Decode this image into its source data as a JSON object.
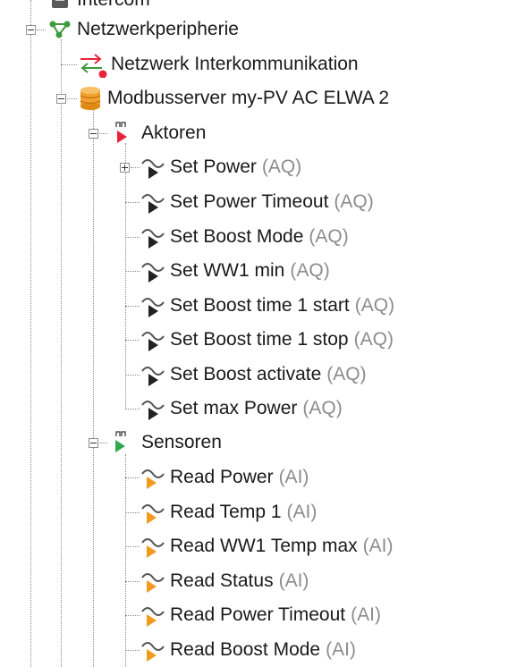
{
  "tree": {
    "top_item": {
      "label": "Intercom"
    },
    "network": {
      "label": "Netzwerkperipherie"
    },
    "intercom": {
      "label": "Netzwerk Interkommunikation"
    },
    "modbus": {
      "label": "Modbusserver my-PV AC ELWA 2"
    },
    "actors": {
      "label": "Aktoren",
      "items": [
        {
          "label": "Set Power",
          "tag": "(AQ)"
        },
        {
          "label": "Set Power Timeout",
          "tag": "(AQ)"
        },
        {
          "label": "Set Boost Mode",
          "tag": "(AQ)"
        },
        {
          "label": "Set WW1 min",
          "tag": "(AQ)"
        },
        {
          "label": "Set Boost time 1 start",
          "tag": "(AQ)"
        },
        {
          "label": "Set Boost time 1 stop",
          "tag": "(AQ)"
        },
        {
          "label": "Set Boost activate",
          "tag": "(AQ)"
        },
        {
          "label": "Set max Power",
          "tag": "(AQ)"
        }
      ]
    },
    "sensors": {
      "label": "Sensoren",
      "items": [
        {
          "label": "Read Power",
          "tag": "(AI)"
        },
        {
          "label": "Read Temp 1",
          "tag": "(AI)"
        },
        {
          "label": "Read WW1 Temp max",
          "tag": "(AI)"
        },
        {
          "label": "Read Status",
          "tag": "(AI)"
        },
        {
          "label": "Read Power Timeout",
          "tag": "(AI)"
        },
        {
          "label": "Read Boost Mode",
          "tag": "(AI)"
        }
      ]
    }
  },
  "icons": {
    "network": "network-tree-icon",
    "intercom": "exchange-arrows-icon",
    "modbus": "database-icon",
    "actors": "actuator-group-icon",
    "sensors": "sensor-group-icon",
    "actor_item": "analog-output-icon",
    "sensor_item": "analog-input-icon"
  },
  "colors": {
    "tag_gray": "#8c8c8c",
    "actor_red": "#e8243a",
    "sensor_green": "#2fa84f",
    "sensor_orange": "#f29a1f",
    "network_green": "#3c9a3c",
    "db_orange": "#f0a030"
  }
}
